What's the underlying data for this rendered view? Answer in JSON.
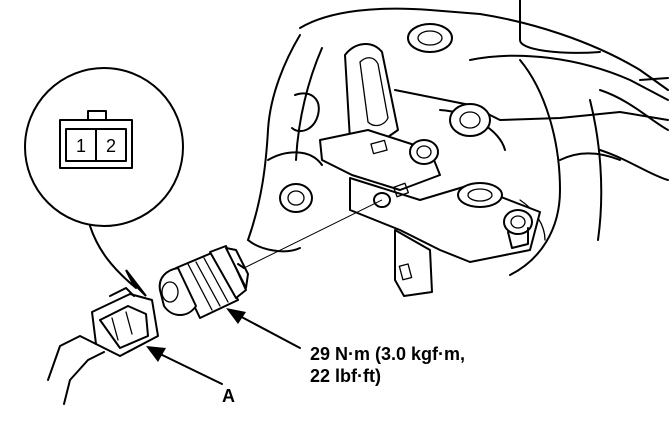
{
  "connector_detail": {
    "pin_1": "1",
    "pin_2": "2"
  },
  "torque_spec": {
    "line1": "29 N·m (3.0 kgf·m,",
    "line2": "22 lbf·ft)"
  },
  "callout_a": "A"
}
